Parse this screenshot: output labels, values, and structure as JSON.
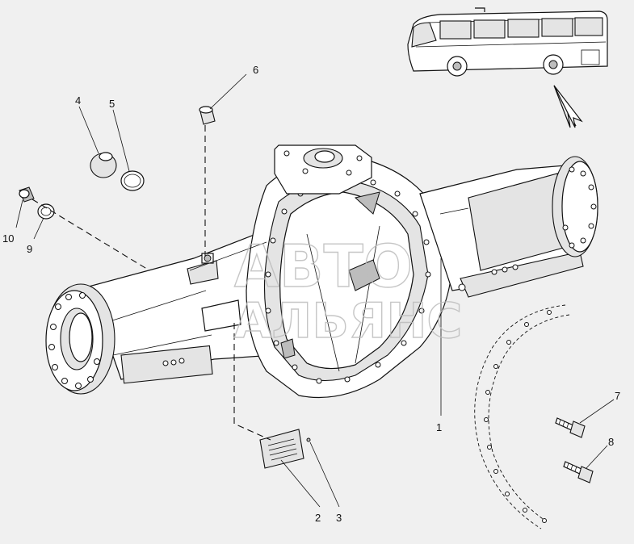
{
  "callouts": [
    {
      "id": "1",
      "label": "1"
    },
    {
      "id": "2",
      "label": "2"
    },
    {
      "id": "3",
      "label": "3"
    },
    {
      "id": "4",
      "label": "4"
    },
    {
      "id": "5",
      "label": "5"
    },
    {
      "id": "6",
      "label": "6"
    },
    {
      "id": "7",
      "label": "7"
    },
    {
      "id": "8",
      "label": "8"
    },
    {
      "id": "9",
      "label": "9"
    },
    {
      "id": "10",
      "label": "10"
    }
  ],
  "watermark": {
    "line1": "АВТО",
    "line2": "АЛЬЯНС"
  },
  "icons": {
    "vehicle": "bus-icon",
    "direction": "direction-arrow-icon"
  }
}
